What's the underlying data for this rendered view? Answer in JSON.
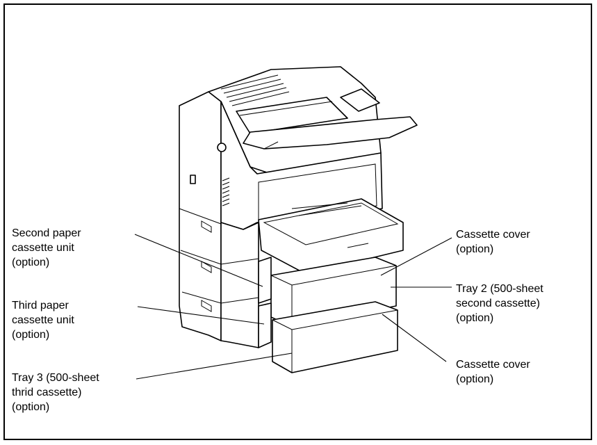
{
  "labels": {
    "second_cassette_unit": "Second paper\ncassette unit\n(option)",
    "third_cassette_unit": "Third paper\ncassette unit\n(option)",
    "tray3": "Tray 3 (500-sheet\nthrid cassette)\n(option)",
    "cassette_cover_top": "Cassette cover\n(option)",
    "tray2": "Tray 2 (500-sheet\nsecond cassette)\n(option)",
    "cassette_cover_bottom": "Cassette cover\n(option)"
  }
}
